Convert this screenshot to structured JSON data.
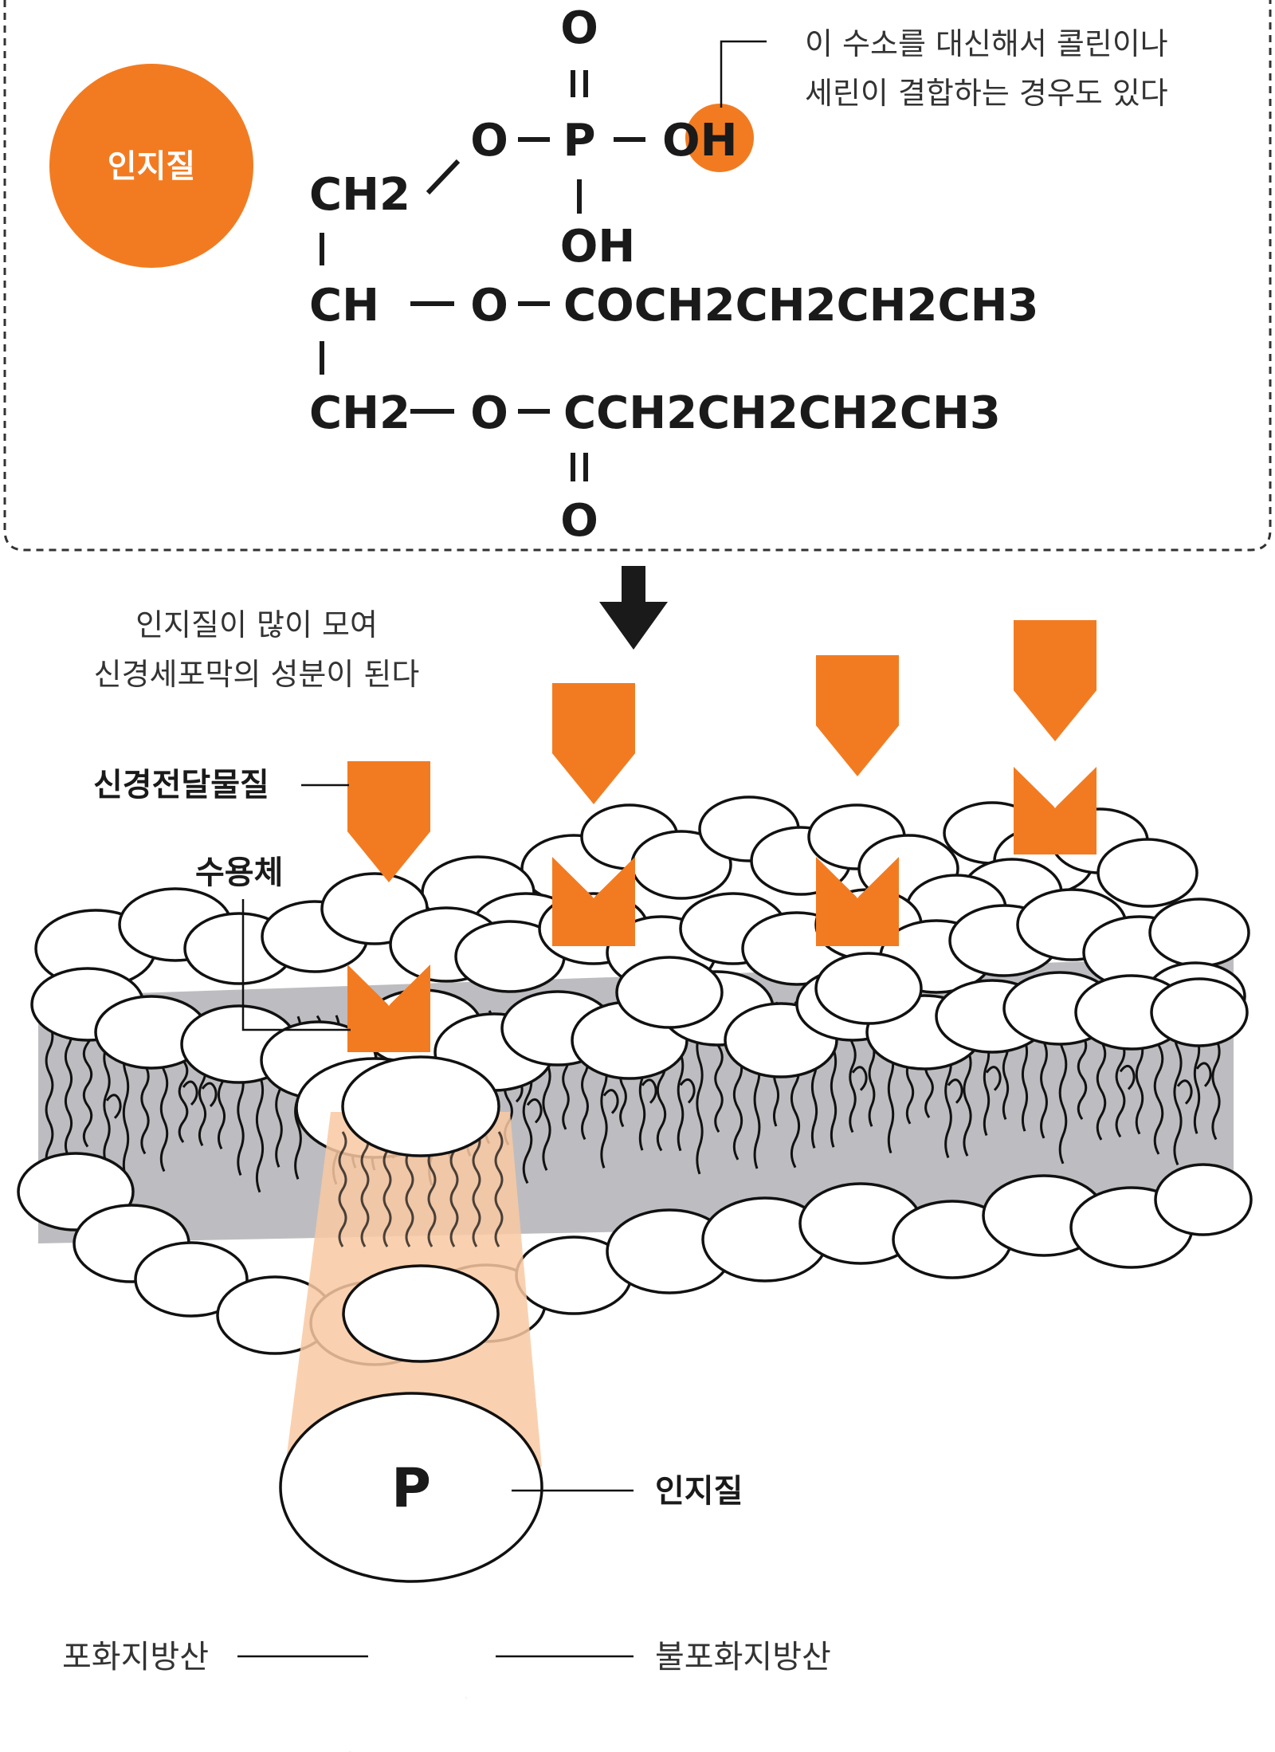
{
  "colors": {
    "accent": "#F27B21",
    "membrane_core": "#BDBDC1",
    "highlight": "#F9C9A2",
    "ink": "#1a1a1a"
  },
  "structure_box": {
    "badge_label": "인지질",
    "formula": {
      "top_o": "O",
      "double_bond": "=",
      "phosphate_row": [
        "O",
        "P",
        "OH"
      ],
      "lower_oh": "OH",
      "backbone": [
        "CH2",
        "CH",
        "CH2"
      ],
      "ester1_o": "O",
      "chain1": "COCH2CH2CH2CH3",
      "ester2_o": "O",
      "chain2": "CCH2CH2CH2CH3",
      "carbonyl_o": "O"
    },
    "note_lines": [
      "이 수소를 대신해서 콜린이나",
      "세린이 결합하는 경우도 있다"
    ]
  },
  "membrane": {
    "caption_lines": [
      "인지질이 많이 모여",
      "신경세포막의 성분이 된다"
    ],
    "neurotransmitter_label": "신경전달물질",
    "receptor_label": "수용체"
  },
  "phospholipid": {
    "head_symbol": "P",
    "head_label": "인지질",
    "saturated_label": "포화지방산",
    "unsaturated_label": "불포화지방산"
  }
}
